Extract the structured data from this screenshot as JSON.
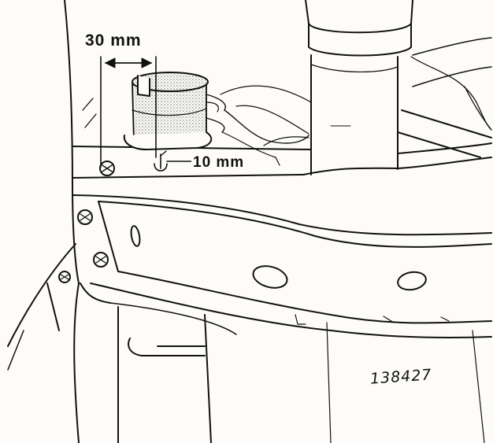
{
  "figure": {
    "labels": {
      "dim_30": "30 mm",
      "dim_10": "10 mm"
    },
    "figure_number": "138427",
    "colors": {
      "line": "#111111",
      "paper": "#fdfcf9",
      "stipple": "#9a9a9a"
    }
  }
}
